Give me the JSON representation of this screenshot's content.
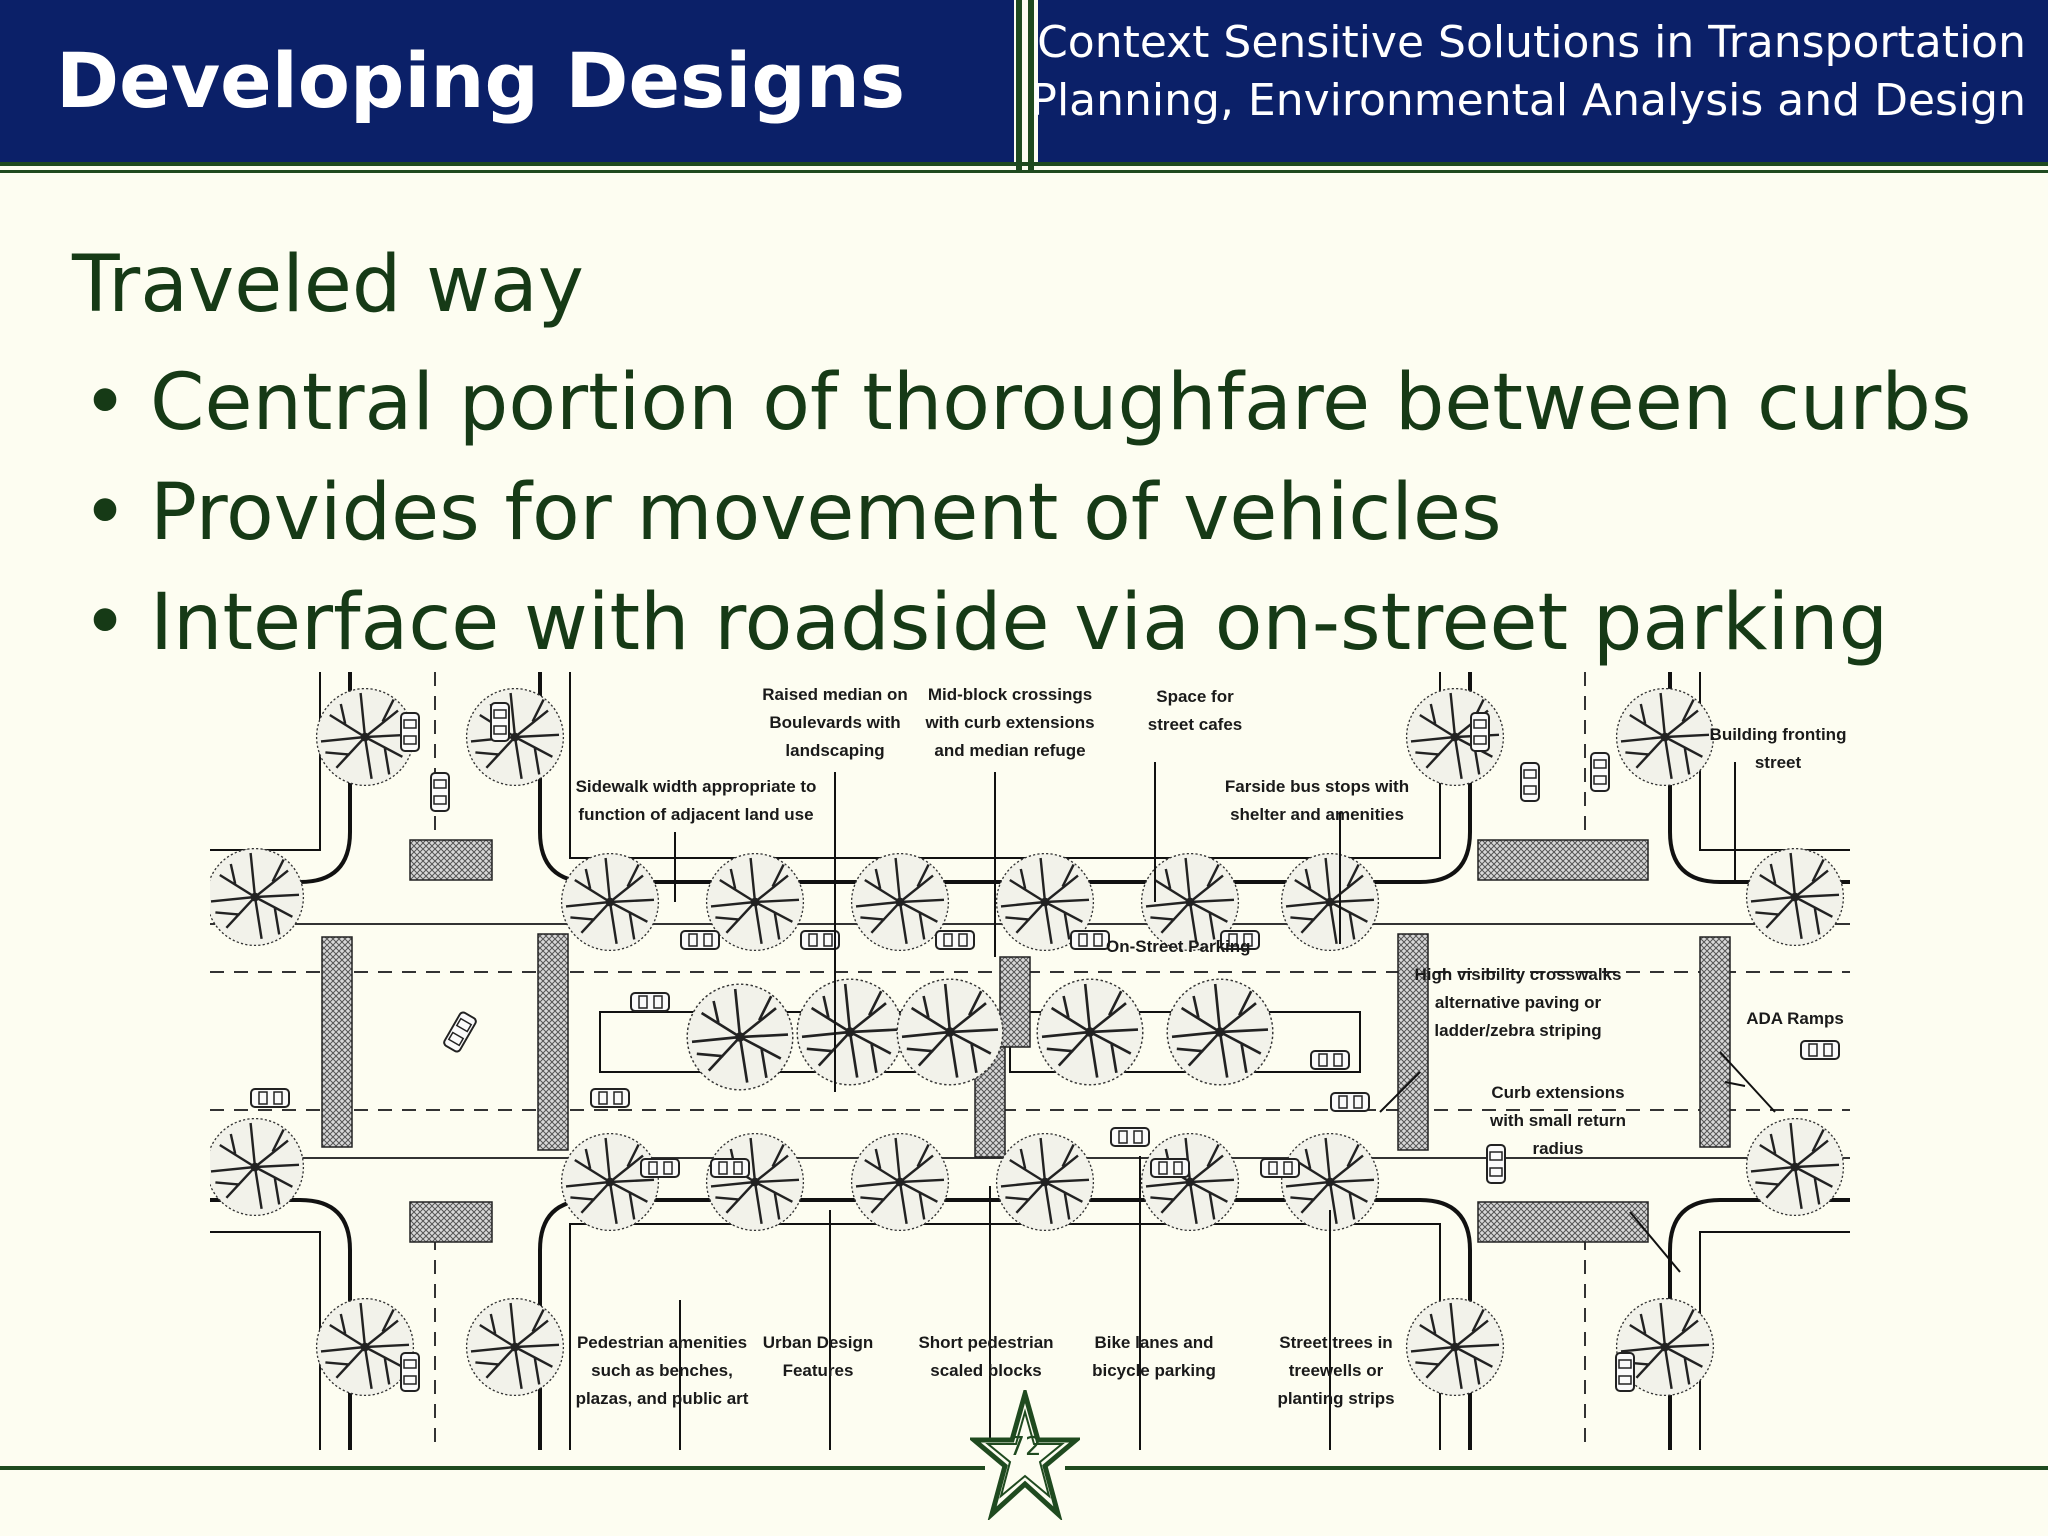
{
  "header": {
    "title": "Developing Designs",
    "subtitle_line1": "Context Sensitive Solutions in Transportation",
    "subtitle_line2": "Planning, Environmental Analysis and Design"
  },
  "content": {
    "heading": "Traveled way",
    "bullets": [
      "Central portion of thoroughfare between curbs",
      "Provides for movement of vehicles",
      "Interface with roadside via on-street parking"
    ]
  },
  "diagram": {
    "top_labels": {
      "raised_median": [
        "Raised median on",
        "Boulevards with",
        "landscaping"
      ],
      "mid_block": [
        "Mid-block crossings",
        "with curb extensions",
        "and median refuge"
      ],
      "street_cafes": [
        "Space for",
        "street cafes"
      ],
      "sidewalk_width": [
        "Sidewalk width appropriate to",
        "function of adjacent land use"
      ],
      "farside_bus": [
        "Farside bus stops with",
        "shelter and amenities"
      ],
      "building_fronting": [
        "Building fronting",
        "street"
      ]
    },
    "middle_labels": {
      "on_street_parking": "On-Street Parking",
      "crosswalks": [
        "High visibility crosswalks",
        "alternative paving or",
        "ladder/zebra striping"
      ],
      "ada_ramps": "ADA Ramps",
      "curb_extensions": [
        "Curb extensions",
        "with small return",
        "radius"
      ]
    },
    "bottom_labels": {
      "pedestrian": [
        "Pedestrian amenities",
        "such as benches,",
        "plazas, and public art"
      ],
      "urban_design": [
        "Urban Design",
        "Features"
      ],
      "short_blocks": [
        "Short pedestrian",
        "scaled blocks"
      ],
      "bike_lanes": [
        "Bike lanes and",
        "bicycle parking"
      ],
      "street_trees": [
        "Street trees in",
        "treewells or",
        "planting strips"
      ]
    }
  },
  "footer": {
    "page_number": "72"
  },
  "colors": {
    "header_bg": "#0b2068",
    "accent_green": "#1f4a1f",
    "text_green": "#163a16",
    "page_bg": "#fdfdf1"
  }
}
